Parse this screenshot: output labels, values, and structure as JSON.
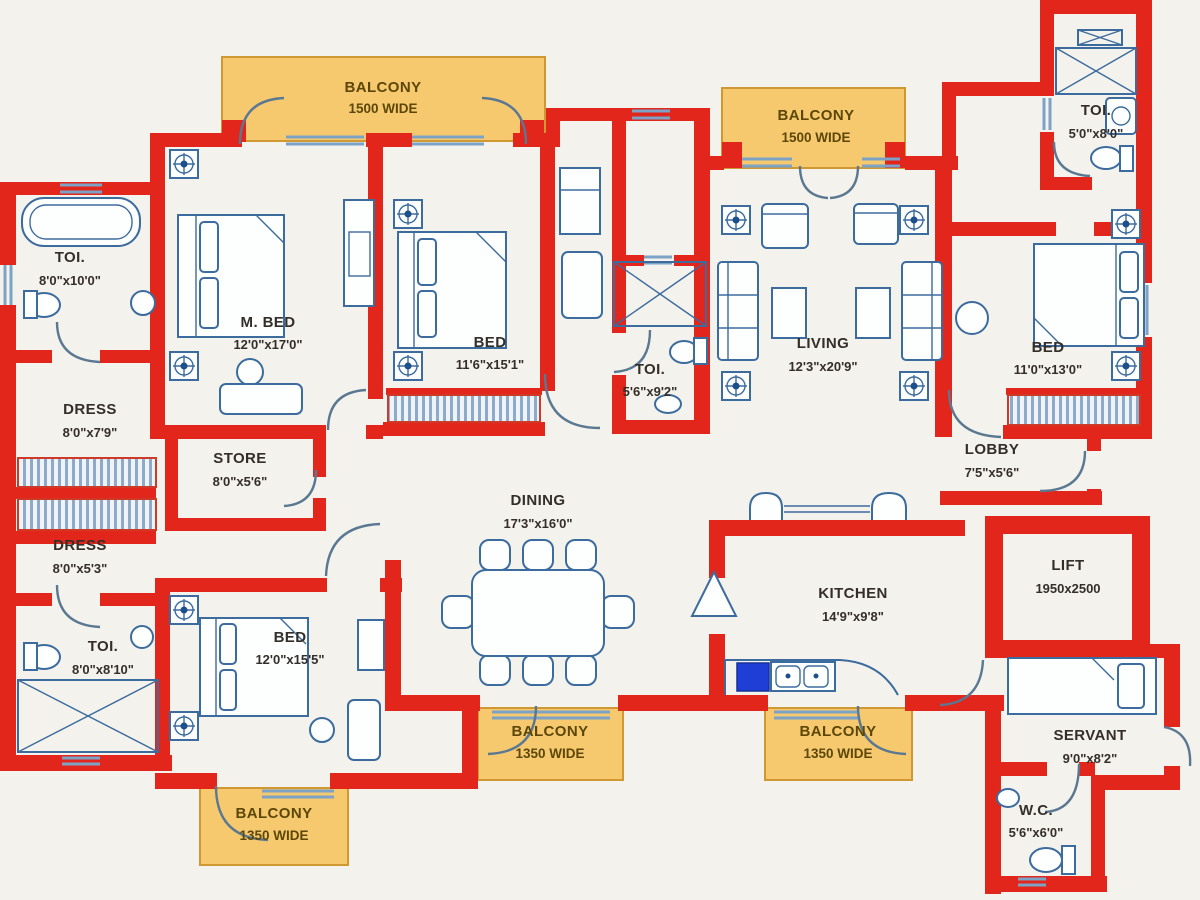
{
  "plan_type": "apartment-floor-plan",
  "colors": {
    "wall": "#e2261c",
    "balcony_fill": "#f6c96f",
    "balcony_border": "#cf9832",
    "furniture_line": "#3c6b9e",
    "room_label": "#332e29",
    "balcony_label": "#5c4708",
    "background": "#f4f2ec",
    "stove": "#1f3ed6"
  },
  "rooms": {
    "balcony_tl": {
      "label": "BALCONY",
      "dims": "1500 WIDE"
    },
    "balcony_tr": {
      "label": "BALCONY",
      "dims": "1500 WIDE"
    },
    "toi_tr": {
      "label": "TOI.",
      "dims": "5'0\"x8'0\""
    },
    "toi_left": {
      "label": "TOI.",
      "dims": "8'0\"x10'0\""
    },
    "mbed": {
      "label": "M. BED",
      "dims": "12'0\"x17'0\""
    },
    "bed2": {
      "label": "BED",
      "dims": "11'6\"x15'1\""
    },
    "toi_mid": {
      "label": "TOI.",
      "dims": "5'6\"x9'2\""
    },
    "living": {
      "label": "LIVING",
      "dims": "12'3\"x20'9\""
    },
    "bed3": {
      "label": "BED",
      "dims": "11'0\"x13'0\""
    },
    "dress1": {
      "label": "DRESS",
      "dims": "8'0\"x7'9\""
    },
    "store": {
      "label": "STORE",
      "dims": "8'0\"x5'6\""
    },
    "dress2": {
      "label": "DRESS",
      "dims": "8'0\"x5'3\""
    },
    "toi_bl": {
      "label": "TOI.",
      "dims": "8'0\"x8'10\""
    },
    "bed4": {
      "label": "BED",
      "dims": "12'0\"x15'5\""
    },
    "dining": {
      "label": "DINING",
      "dims": "17'3\"x16'0\""
    },
    "lobby": {
      "label": "LOBBY",
      "dims": "7'5\"x5'6\""
    },
    "lift": {
      "label": "LIFT",
      "dims": "1950x2500"
    },
    "kitchen": {
      "label": "KITCHEN",
      "dims": "14'9\"x9'8\""
    },
    "balcony_bl": {
      "label": "BALCONY",
      "dims": "1350 WIDE"
    },
    "balcony_bc": {
      "label": "BALCONY",
      "dims": "1350 WIDE"
    },
    "balcony_br": {
      "label": "BALCONY",
      "dims": "1350 WIDE"
    },
    "servant": {
      "label": "SERVANT",
      "dims": "9'0\"x8'2\""
    },
    "wc": {
      "label": "W.C.",
      "dims": "5'6\"x6'0\""
    }
  }
}
